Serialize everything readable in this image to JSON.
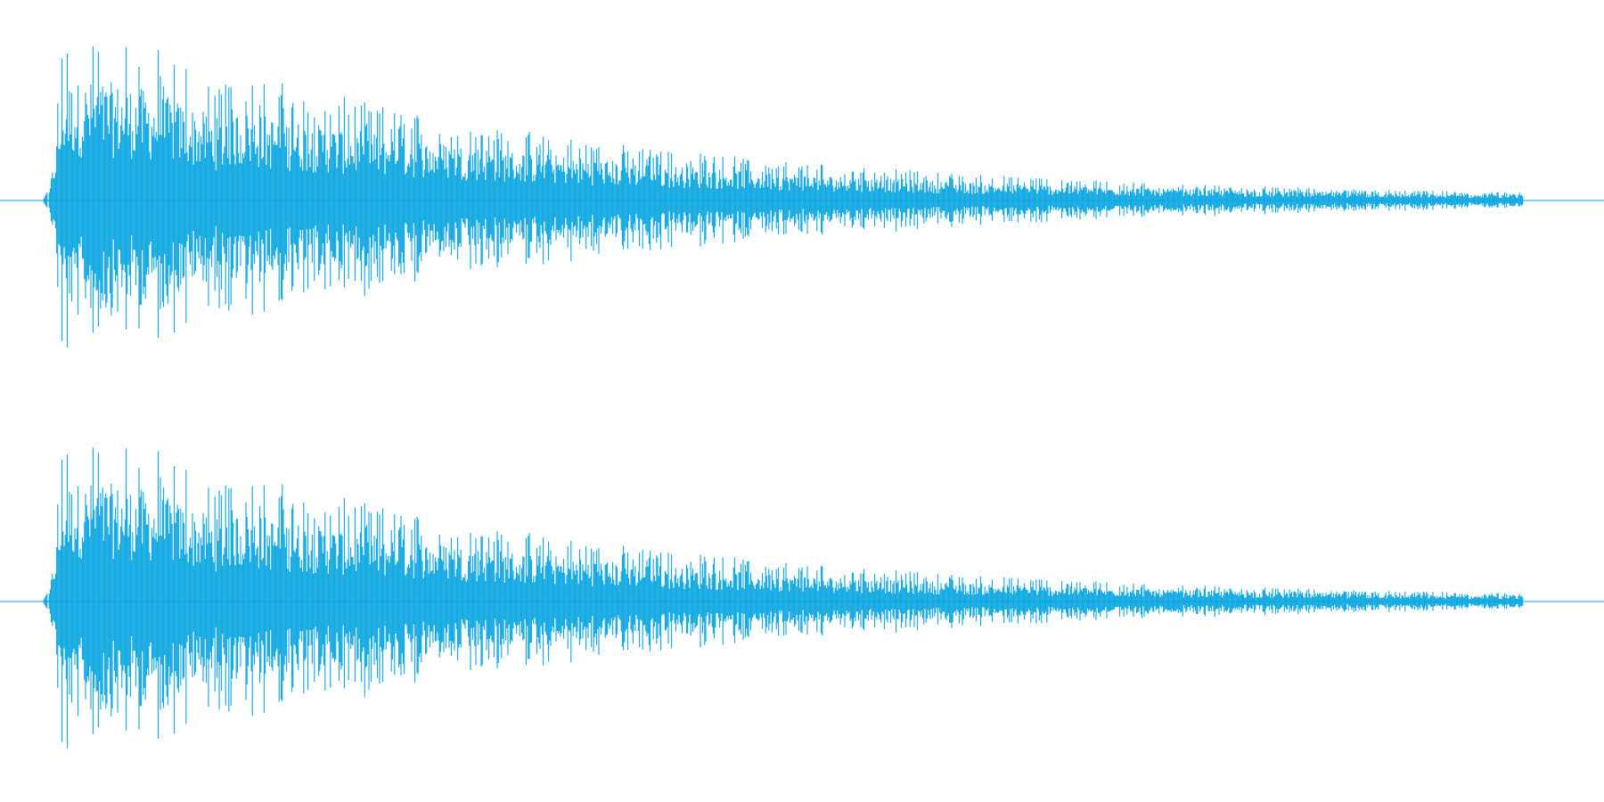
{
  "colors": {
    "background": "#ffffff",
    "waveform": "#0aa6e0"
  },
  "waveform": {
    "channels": [
      {
        "name": ""
      },
      {
        "name": ""
      }
    ],
    "onset_fraction": 0.03,
    "tail_end_fraction": 0.95,
    "peak_amplitude_fraction": 0.98,
    "decay_rate": 3.2
  }
}
